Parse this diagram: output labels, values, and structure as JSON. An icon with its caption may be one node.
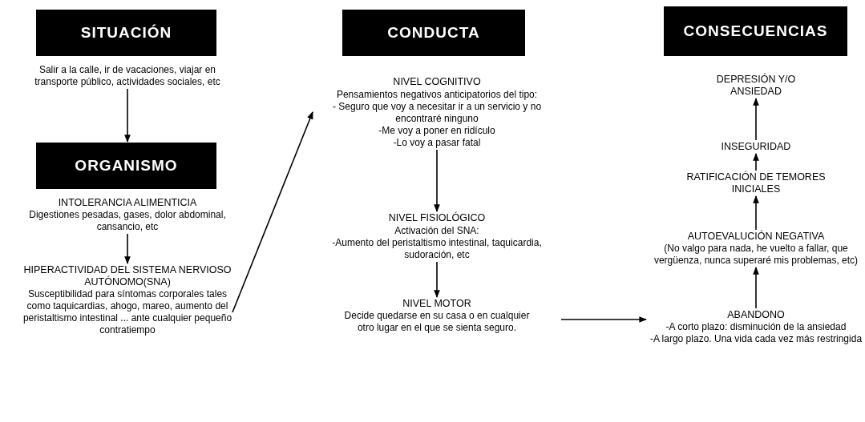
{
  "diagram": {
    "nodes": [
      {
        "text": [
          "SITUACIÓN"
        ]
      },
      {
        "text": [
          "Salir a la calle, ir de vacaciones, viajar en transporte público, actividades sociales, etc"
        ]
      },
      {
        "text": [
          "ORGANISMO"
        ]
      },
      {
        "text": [
          "INTOLERANCIA ALIMENTICIA",
          "Digestiones pesadas, gases, dolor abdominal, cansancio, etc"
        ]
      },
      {
        "text": [
          "HIPERACTIVIDAD DEL SISTEMA NERVIOSO AUTÓNOMO(SNA)",
          "Susceptibilidad para síntomas corporales tales como taquicardias, ahogo, mareo, aumento del peristaltismo intestinal ... ante cualquier pequeño contratiempo"
        ]
      },
      {
        "text": [
          "CONDUCTA"
        ]
      },
      {
        "text": [
          "NIVEL COGNITIVO",
          "Pensamientos negativos anticipatorios del tipo:",
          "- Seguro que voy a necesitar ir a un servicio y no encontraré ninguno",
          "-Me voy a poner en ridículo",
          "-Lo voy a pasar fatal"
        ]
      },
      {
        "text": [
          "NIVEL FISIOLÓGICO",
          "Activación del SNA:",
          "-Aumento del peristaltismo intestinal, taquicardia, sudoración, etc"
        ]
      },
      {
        "text": [
          "NIVEL MOTOR",
          "Decide quedarse en su casa o en cualquier otro lugar en el que se sienta seguro."
        ]
      },
      {
        "text": [
          "CONSECUENCIAS"
        ]
      },
      {
        "text": [
          "DEPRESIÓN Y/O ANSIEDAD"
        ]
      },
      {
        "text": [
          "INSEGURIDAD"
        ]
      },
      {
        "text": [
          "RATIFICACIÓN DE TEMORES INICIALES"
        ]
      },
      {
        "text": [
          "AUTOEVALUCIÓN NEGATIVA",
          "(No valgo para nada, he vuelto a fallar, que vergüenza, nunca superaré mis problemas, etc)"
        ]
      },
      {
        "text": [
          "ABANDONO",
          "-A corto plazo: disminución de la ansiedad",
          "-A largo plazo. Una vida cada vez más restringida"
        ]
      }
    ],
    "edges": [
      {
        "from": 1,
        "to": 2,
        "arrow": "to"
      },
      {
        "from": 3,
        "to": 4,
        "arrow": "to"
      },
      {
        "from": 4,
        "to": 6,
        "arrow": "to"
      },
      {
        "from": 6,
        "to": 7,
        "arrow": "to"
      },
      {
        "from": 7,
        "to": 8,
        "arrow": "to"
      },
      {
        "from": 8,
        "to": 14,
        "arrow": "to"
      },
      {
        "from": 14,
        "to": 13,
        "arrow": "to"
      },
      {
        "from": 13,
        "to": 12,
        "arrow": "to"
      },
      {
        "from": 12,
        "to": 11,
        "arrow": "to"
      },
      {
        "from": 11,
        "to": 10,
        "arrow": "to"
      }
    ]
  }
}
